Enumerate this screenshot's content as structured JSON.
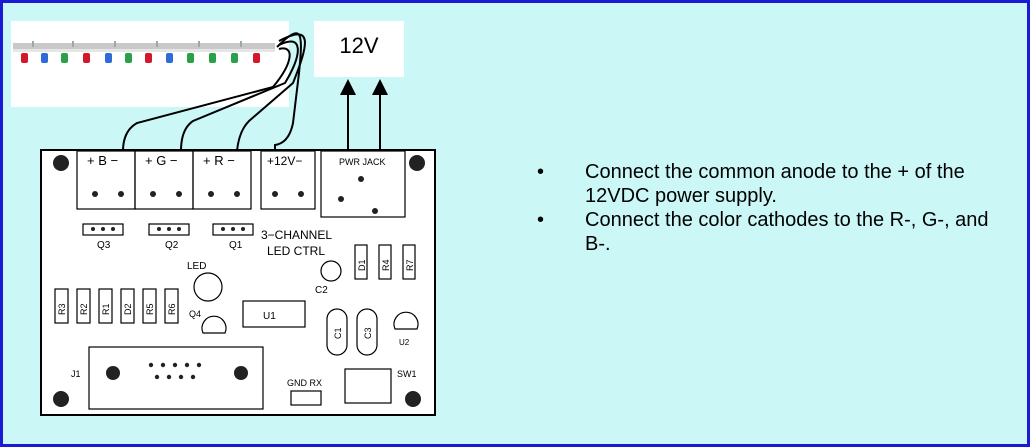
{
  "supply_label": "12V",
  "board": {
    "terminals": [
      "+ B −",
      "+ G −",
      "+ R −",
      "+12V−"
    ],
    "pwr_jack": "PWR JACK",
    "title_line1": "3−CHANNEL",
    "title_line2": "LED CTRL",
    "transistors": [
      "Q3",
      "Q2",
      "Q1",
      "Q4"
    ],
    "resistors": [
      "R3",
      "R2",
      "R1",
      "D2",
      "R5",
      "R6"
    ],
    "right_parts": [
      "D1",
      "R4",
      "R7"
    ],
    "led": "LED",
    "c2": "C2",
    "u1": "U1",
    "c1": "C1",
    "c3": "C3",
    "u2": "U2",
    "j1": "J1",
    "sw1": "SW1",
    "gnd_rx": "GND RX"
  },
  "notes": [
    "Connect the common anode to the + of the 12VDC power supply.",
    "Connect the color cathodes to the R-, G-, and B-."
  ],
  "colors": {
    "border": "#1b1bd6",
    "background": "#ccf7f7",
    "led_red": "#d4182c",
    "led_green": "#2aa148",
    "led_blue": "#2e6cd8"
  }
}
